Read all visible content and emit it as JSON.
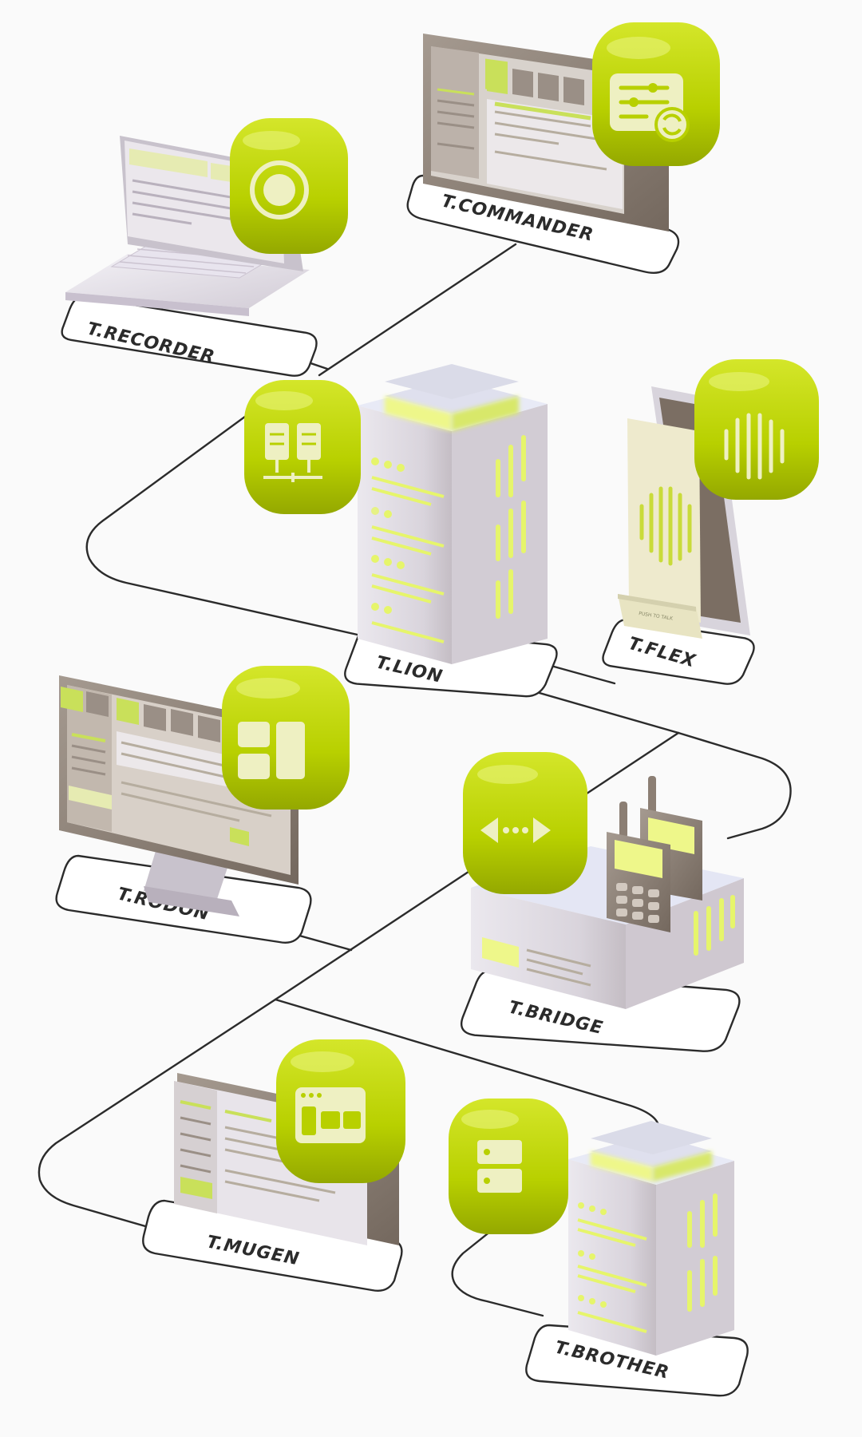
{
  "colors": {
    "accent": "#b8d000",
    "accent_dark": "#8fa300",
    "glow": "#eef78a",
    "device_light": "#e4e0e8",
    "device_dark": "#8c7f74",
    "screen_cream": "#eeeacd",
    "line": "#2b2b2b"
  },
  "nodes": {
    "recorder": {
      "label": "T.RECORDER",
      "icon": "record-icon"
    },
    "commander": {
      "label": "T.COMMANDER",
      "icon": "sliders-sync-icon"
    },
    "lion": {
      "label": "T.LION",
      "icon": "server-network-icon"
    },
    "flex": {
      "label": "T.FLEX",
      "icon": "voice-wave-icon",
      "button_text": "PUSH TO TALK"
    },
    "rodon": {
      "label": "T.RODON",
      "icon": "layout-panels-icon"
    },
    "bridge": {
      "label": "T.BRIDGE",
      "icon": "bridge-arrows-icon"
    },
    "mugen": {
      "label": "T.MUGEN",
      "icon": "browser-window-icon"
    },
    "brother": {
      "label": "T.BROTHER",
      "icon": "server-stack-icon"
    }
  }
}
